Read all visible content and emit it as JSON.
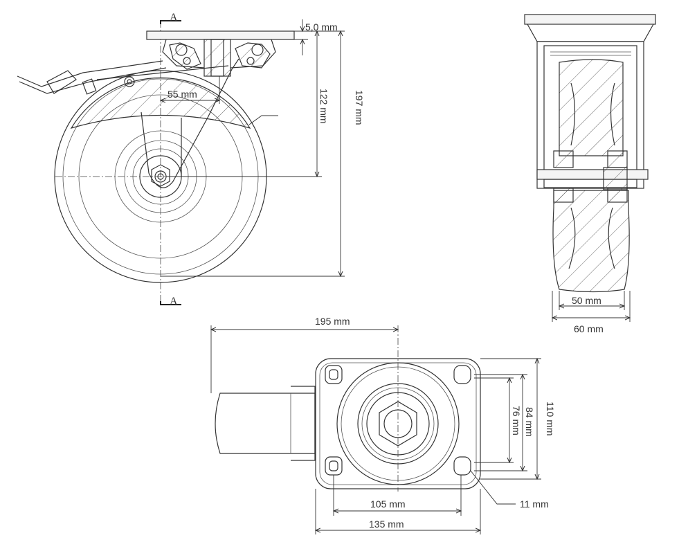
{
  "section_marks": {
    "top": "A",
    "bottom": "A"
  },
  "dimensions": {
    "plate_thickness": "5,0 mm",
    "offset": "55 mm",
    "axle_height": "122 mm",
    "total_height": "197 mm",
    "tread_width": "50 mm",
    "wheel_width": "60 mm",
    "total_length": "195 mm",
    "plate_width": "110 mm",
    "hole_spacing_long": "84 mm",
    "hole_spacing_short": "76 mm",
    "hole_diameter": "11 mm",
    "hole_spacing_width": "105 mm",
    "plate_length": "135 mm"
  }
}
